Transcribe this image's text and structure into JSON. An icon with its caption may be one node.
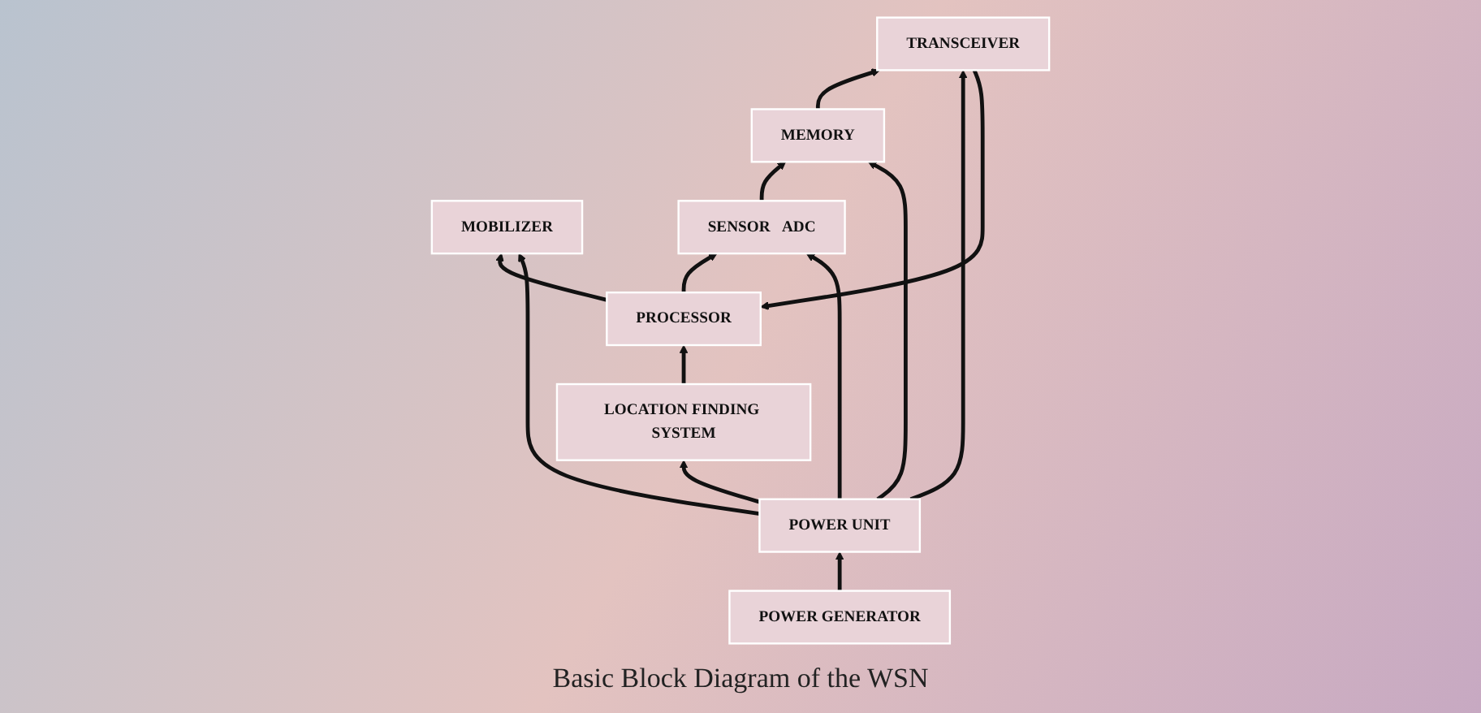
{
  "diagram": {
    "caption": "Basic Block Diagram of the WSN",
    "nodes": [
      {
        "text": [
          "LOCATION FINDING SYSTEM"
        ]
      },
      {
        "text": [
          "MOBILIZER"
        ]
      },
      {
        "text": [
          "SENSOR",
          "ADC"
        ]
      },
      {
        "text": [
          "PROCESSOR"
        ]
      },
      {
        "text": [
          "MEMORY"
        ]
      },
      {
        "text": [
          "TRANSCEIVER"
        ]
      },
      {
        "text": [
          "POWER UNIT"
        ]
      },
      {
        "text": [
          "POWER GENERATOR"
        ]
      }
    ],
    "edges": [
      {
        "from": 0,
        "to": 3,
        "arrow": "to"
      },
      {
        "from": 3,
        "to": 1,
        "arrow": "to"
      },
      {
        "from": 3,
        "to": 2,
        "arrow": "to"
      },
      {
        "from": 2,
        "to": 4,
        "arrow": "to"
      },
      {
        "from": 5,
        "to": 3,
        "arrow": "to"
      },
      {
        "from": 4,
        "to": 5,
        "arrow": "to"
      },
      {
        "from": 6,
        "to": 0,
        "arrow": "to"
      },
      {
        "from": 6,
        "to": 2,
        "arrow": "to"
      },
      {
        "from": 6,
        "to": 4,
        "arrow": "to"
      },
      {
        "from": 6,
        "to": 5,
        "arrow": "to"
      },
      {
        "from": 6,
        "to": 1,
        "arrow": "to"
      },
      {
        "from": 7,
        "to": 6,
        "arrow": "to"
      }
    ]
  }
}
